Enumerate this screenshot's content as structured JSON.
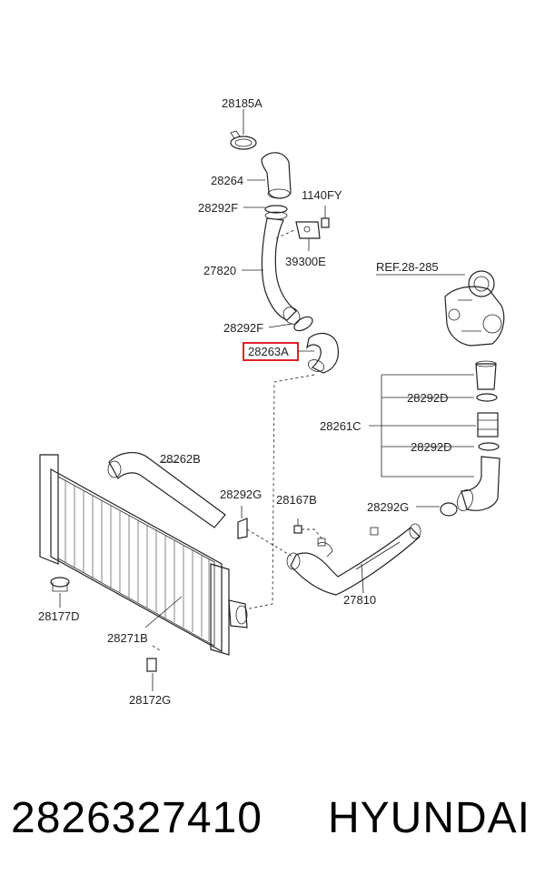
{
  "diagram": {
    "labels": {
      "l28185A": "28185A",
      "l28264": "28264",
      "l28292F_top": "28292F",
      "l1140FY": "1140FY",
      "l27820": "27820",
      "l39300E": "39300E",
      "l28292F_mid": "28292F",
      "l28263A": "28263A",
      "lREF": "REF.28-285",
      "l28292D_top": "28292D",
      "l28261C": "28261C",
      "l28292D_bot": "28292D",
      "l28262B": "28262B",
      "l28292G_left": "28292G",
      "l28167B": "28167B",
      "l28292G_right": "28292G",
      "l27810": "27810",
      "l28177D": "28177D",
      "l28271B": "28271B",
      "l28172G": "28172G"
    },
    "highlight_color": "#e0202a"
  },
  "footer": {
    "part_number": "2826327410",
    "brand": "HYUNDAI"
  }
}
